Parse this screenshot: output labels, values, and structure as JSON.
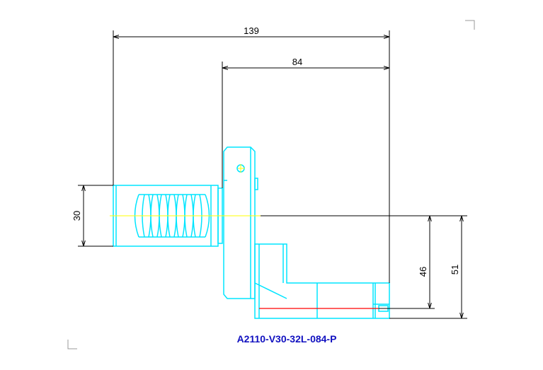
{
  "drawing": {
    "part_number": "A2110-V30-32L-084-P",
    "dimensions": {
      "overall_length": "139",
      "head_length": "84",
      "shank_diameter": "30",
      "height_46": "46",
      "height_51": "51"
    },
    "colors": {
      "part_outline": "#00e5ff",
      "dimension_line": "#000000",
      "center_line": "#ffff00",
      "edge_line": "#ff0000",
      "label": "#1010c0"
    }
  }
}
